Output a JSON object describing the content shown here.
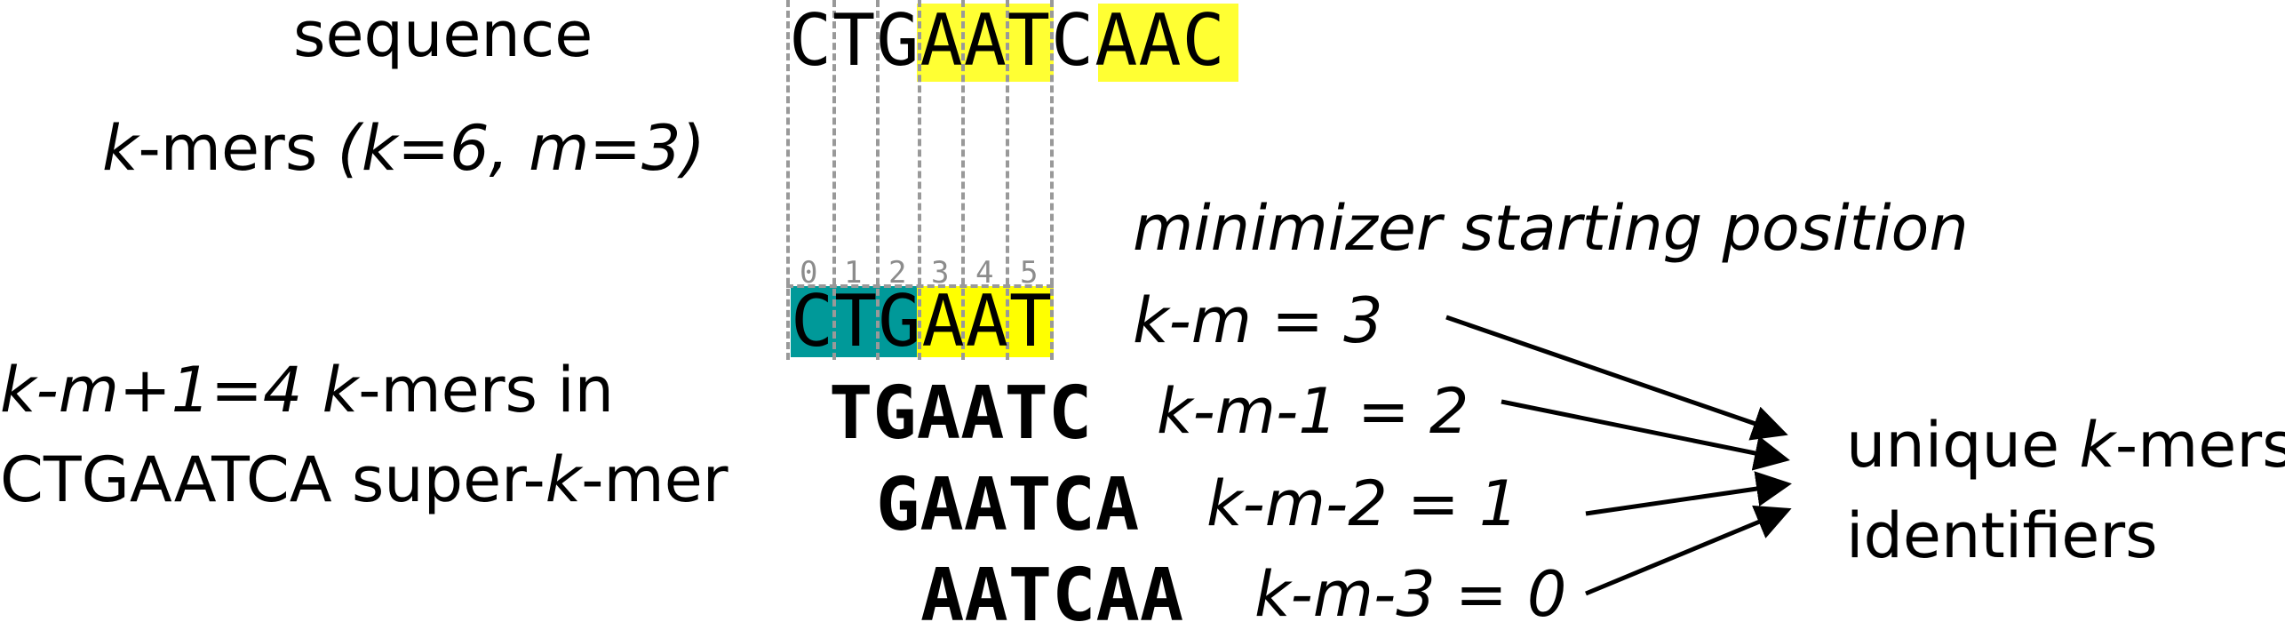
{
  "labels": {
    "sequence": "sequence",
    "kmers_k": "k",
    "kmers_rest": "-mers",
    "kmers_params": "(k=6, m=3)",
    "count_line_a": "k-m+1=4",
    "count_line_k": "k",
    "count_line_b": "-mers in",
    "superkmer_a": "CTGAATCA super-",
    "superkmer_k": "k",
    "superkmer_b": "-mer",
    "minimizer_title": "minimizer starting position",
    "unique_a": "unique",
    "unique_k": "k",
    "unique_b": "-mers",
    "identifiers": "identifiers"
  },
  "sequence": {
    "chars": [
      "C",
      "T",
      "G",
      "A",
      "A",
      "T",
      "C",
      "A",
      "A",
      "C"
    ],
    "highlighted": [
      3,
      4,
      5,
      7,
      8,
      9
    ]
  },
  "minimizer": {
    "indices": [
      "0",
      "1",
      "2",
      "3",
      "4",
      "5"
    ],
    "chars": [
      "C",
      "T",
      "G",
      "A",
      "A",
      "T"
    ],
    "prefix_len": 3
  },
  "kmers": [
    {
      "text": "TGAATC",
      "pos": "k-m-1 = 2"
    },
    {
      "text": "GAATCA",
      "pos": "k-m-2 = 1"
    },
    {
      "text": "AATCAA",
      "pos": "k-m-3 = 0"
    }
  ],
  "first_kmer_pos": "k-m = 3",
  "colors": {
    "highlight_yellow": "#ffff33",
    "minimizer_teal": "#009999",
    "minimizer_yellow": "#ffff00",
    "dashed_guides": "#999999",
    "index_gray": "#8c8c8c"
  }
}
